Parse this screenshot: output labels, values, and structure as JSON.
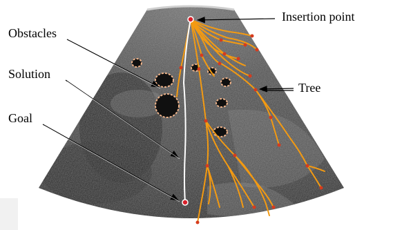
{
  "labels": {
    "insertion_point": "Insertion point",
    "obstacles": "Obstacles",
    "solution": "Solution",
    "goal": "Goal",
    "tree": "Tree"
  },
  "colors": {
    "tree": "#f39a12",
    "tree_node": "#d63b1d",
    "obstacle_outline": "#f0b48a",
    "solution": "#ffffff",
    "endpoint": "#d8202a",
    "annotation": "#000000"
  }
}
